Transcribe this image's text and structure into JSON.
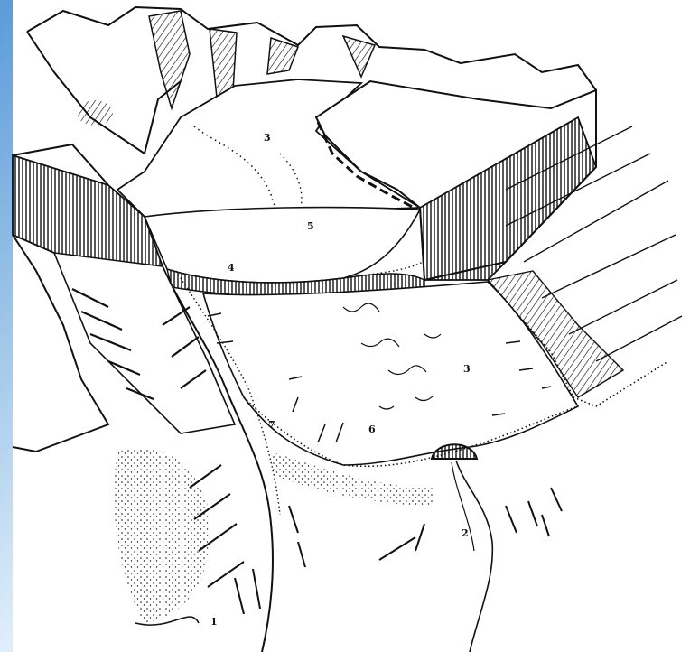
{
  "figure": {
    "background": {
      "frame_color": "#3d7fc4",
      "frame_light": "#dfeefa",
      "paper_color": "#ffffff",
      "ink_color": "#111111"
    },
    "labels": [
      "3",
      "5",
      "4",
      "3",
      "6",
      "7",
      "2",
      "1"
    ]
  }
}
